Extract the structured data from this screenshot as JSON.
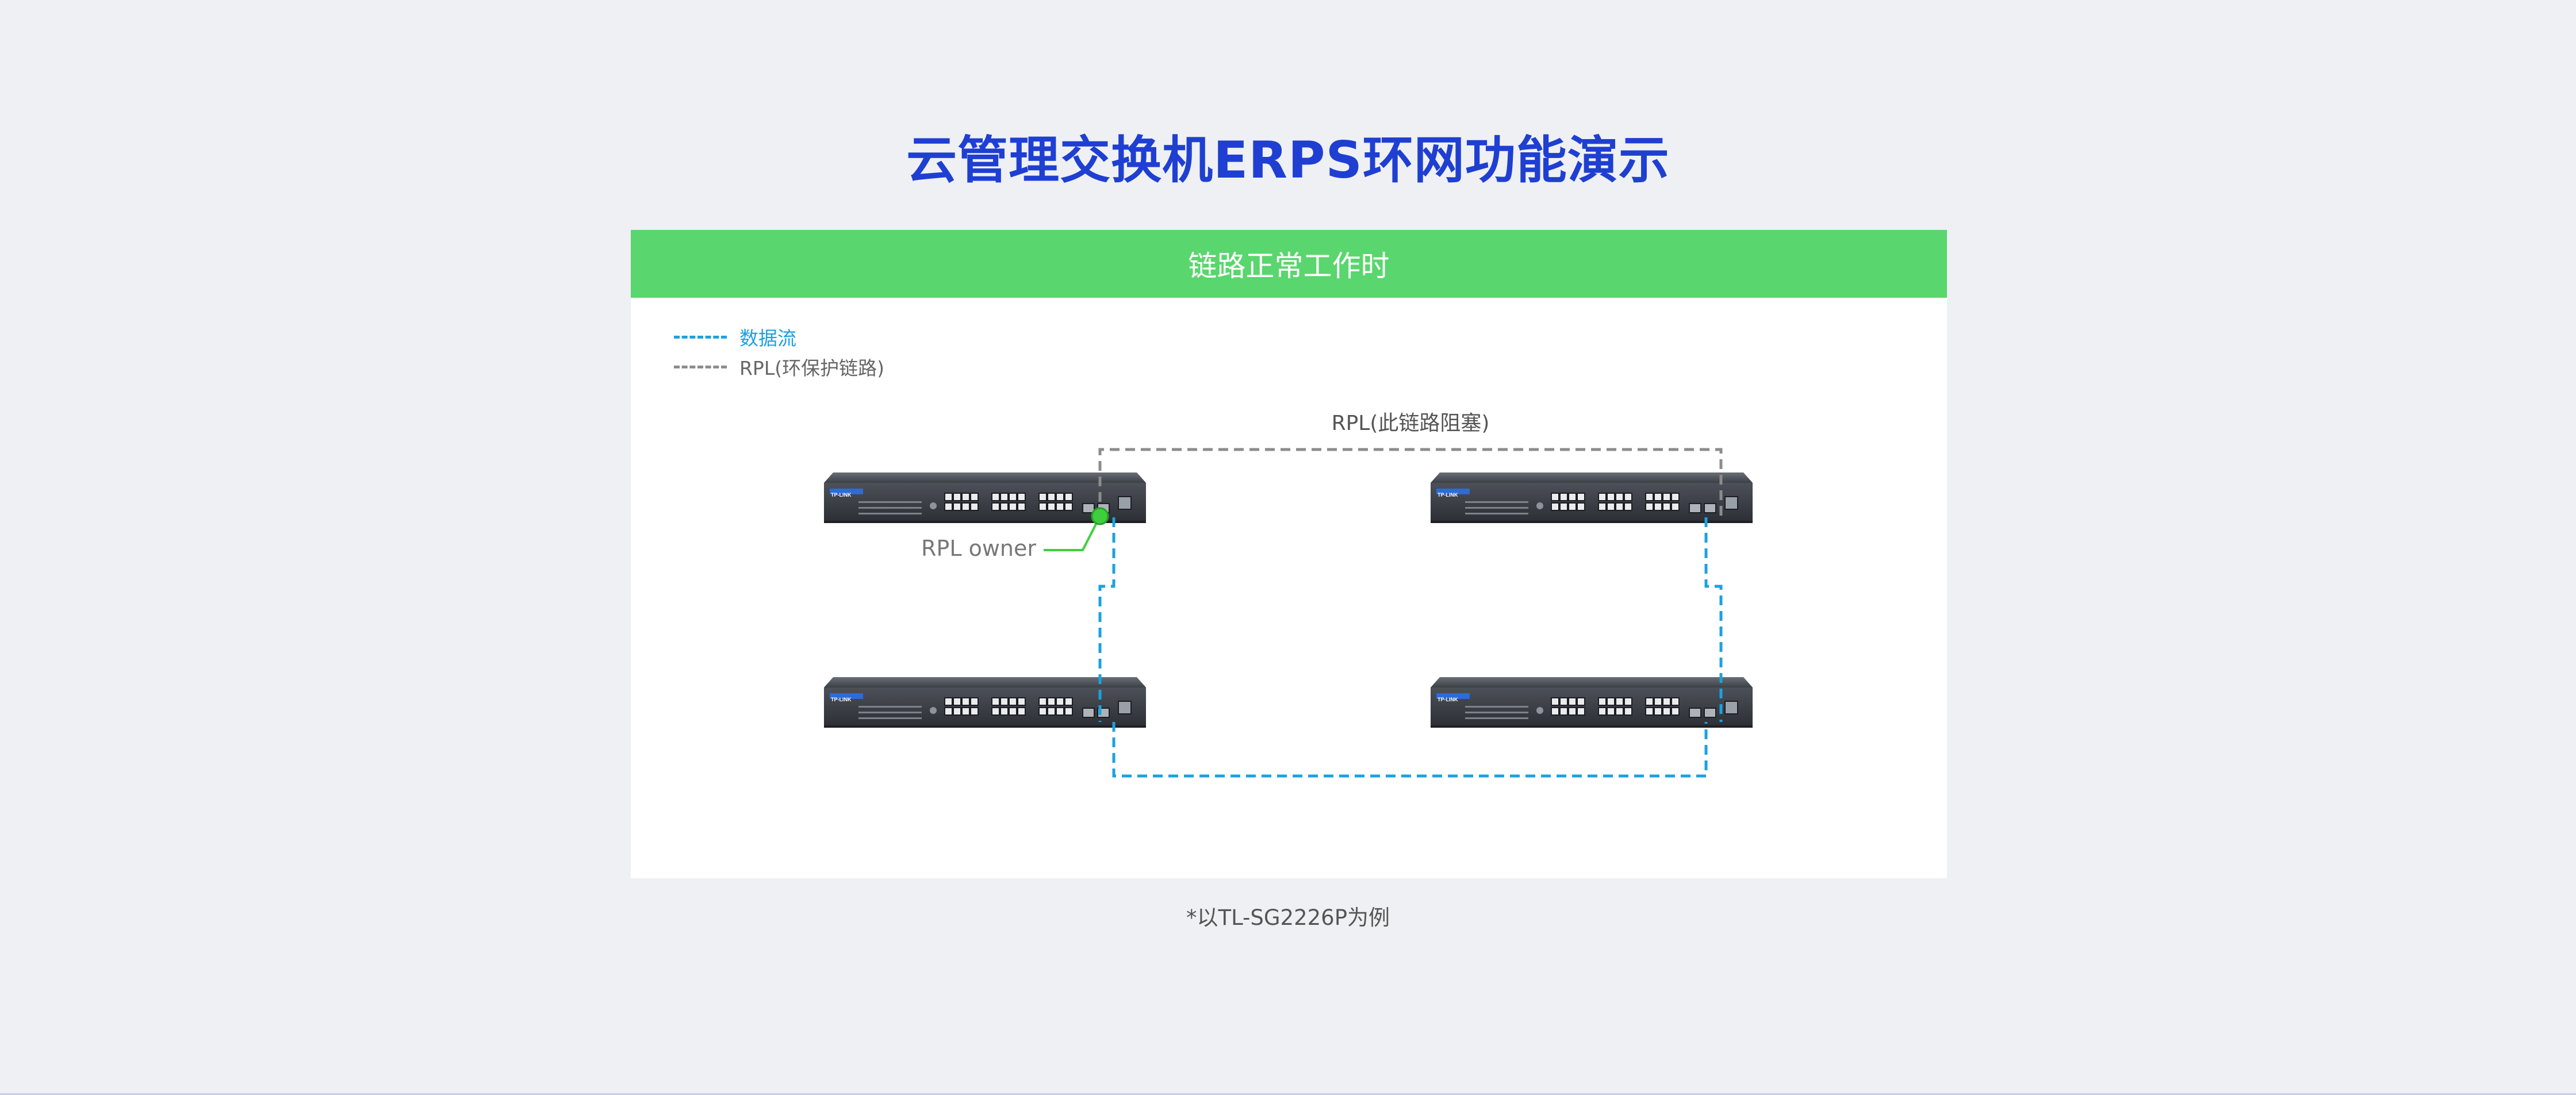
{
  "title": "云管理交换机ERPS环网功能演示",
  "panel": {
    "header": "链路正常工作时",
    "header_color": "#59d66d"
  },
  "legend": [
    {
      "label": "数据流",
      "color": "#1aa2e0"
    },
    {
      "label": "RPL(环保护链路)",
      "color": "#8c8c8c"
    }
  ],
  "diagram": {
    "rpl_label": "RPL(此链路阻塞)",
    "owner_label": "RPL owner",
    "owner_color": "#3ecf3e",
    "data_flow_color": "#1aa2e0",
    "rpl_color": "#8c8c8c",
    "switch_brand": "TP-LINK"
  },
  "footnote": "*以TL-SG2226P为例"
}
